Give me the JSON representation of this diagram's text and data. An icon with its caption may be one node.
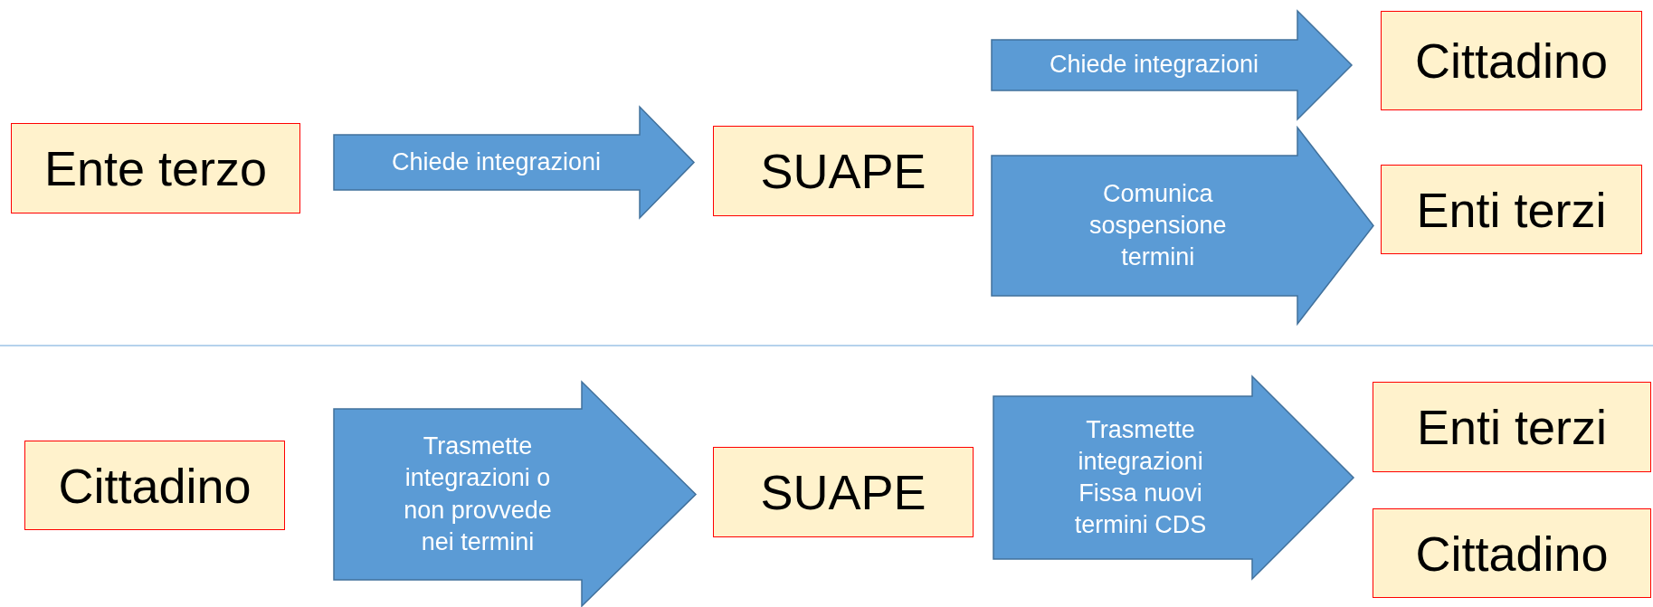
{
  "diagram": {
    "nodes": [
      {
        "text": [
          "Ente terzo"
        ]
      },
      {
        "text": [
          "SUAPE"
        ]
      },
      {
        "text": [
          "Cittadino"
        ]
      },
      {
        "text": [
          "Enti terzi"
        ]
      },
      {
        "text": [
          "Cittadino"
        ]
      },
      {
        "text": [
          "SUAPE"
        ]
      },
      {
        "text": [
          "Enti terzi"
        ]
      },
      {
        "text": [
          "Cittadino"
        ]
      }
    ],
    "edges": [
      {
        "from": 0,
        "to": 1,
        "arrow": "to",
        "label": "Chiede integrazioni"
      },
      {
        "from": 1,
        "to": 2,
        "arrow": "to",
        "label": "Chiede integrazioni"
      },
      {
        "from": 1,
        "to": 3,
        "arrow": "to",
        "label": "Comunica sospensione termini"
      },
      {
        "from": 4,
        "to": 5,
        "arrow": "to",
        "label": "Trasmette integrazioni o non provvede nei termini"
      },
      {
        "from": 5,
        "to": 6,
        "arrow": "to",
        "label": "Trasmette integrazioni Fissa nuovi termini CDS"
      },
      {
        "from": 5,
        "to": 7,
        "arrow": "to"
      }
    ]
  }
}
